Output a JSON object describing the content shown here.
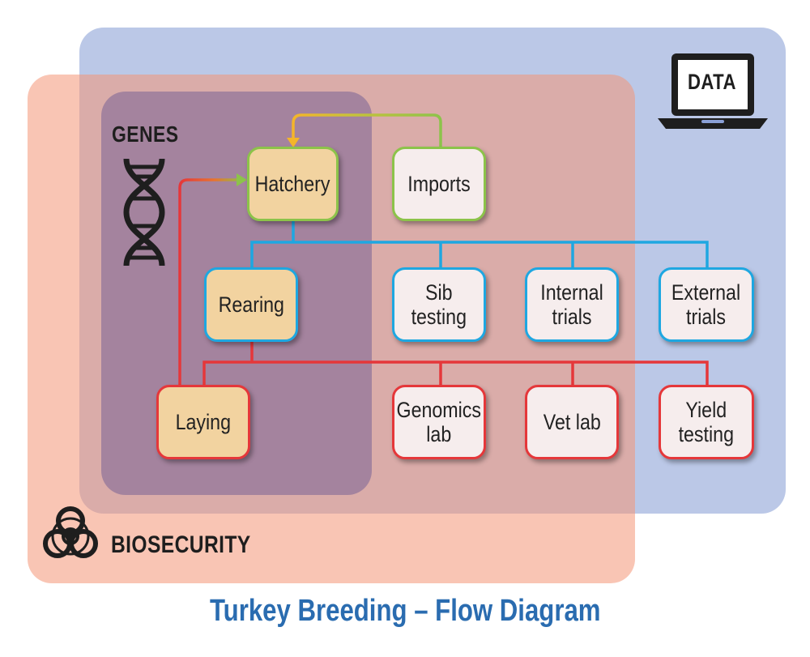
{
  "regions": {
    "data": "DATA",
    "biosecurity": "BIOSECURITY",
    "genes": "GENES"
  },
  "nodes": {
    "hatchery": "Hatchery",
    "imports": "Imports",
    "rearing": "Rearing",
    "sib_testing": "Sib\ntesting",
    "internal_trials": "Internal\ntrials",
    "external_trials": "External\ntrials",
    "laying": "Laying",
    "genomics_lab": "Genomics\nlab",
    "vet_lab": "Vet lab",
    "yield_testing": "Yield\ntesting"
  },
  "title": "Turkey Breeding – Flow Diagram",
  "colors": {
    "data_region": "#8aa0d6",
    "biosecurity_region": "#f49676",
    "genes_region": "#7862a0",
    "green": "#8cc34a",
    "blue": "#1ea7e1",
    "red": "#e5373a",
    "title": "#2a6cb0",
    "tan_fill": "#f2d3a0"
  },
  "icons": {
    "data": "laptop-icon",
    "genes": "dna-icon",
    "biosecurity": "biohazard-icon"
  }
}
